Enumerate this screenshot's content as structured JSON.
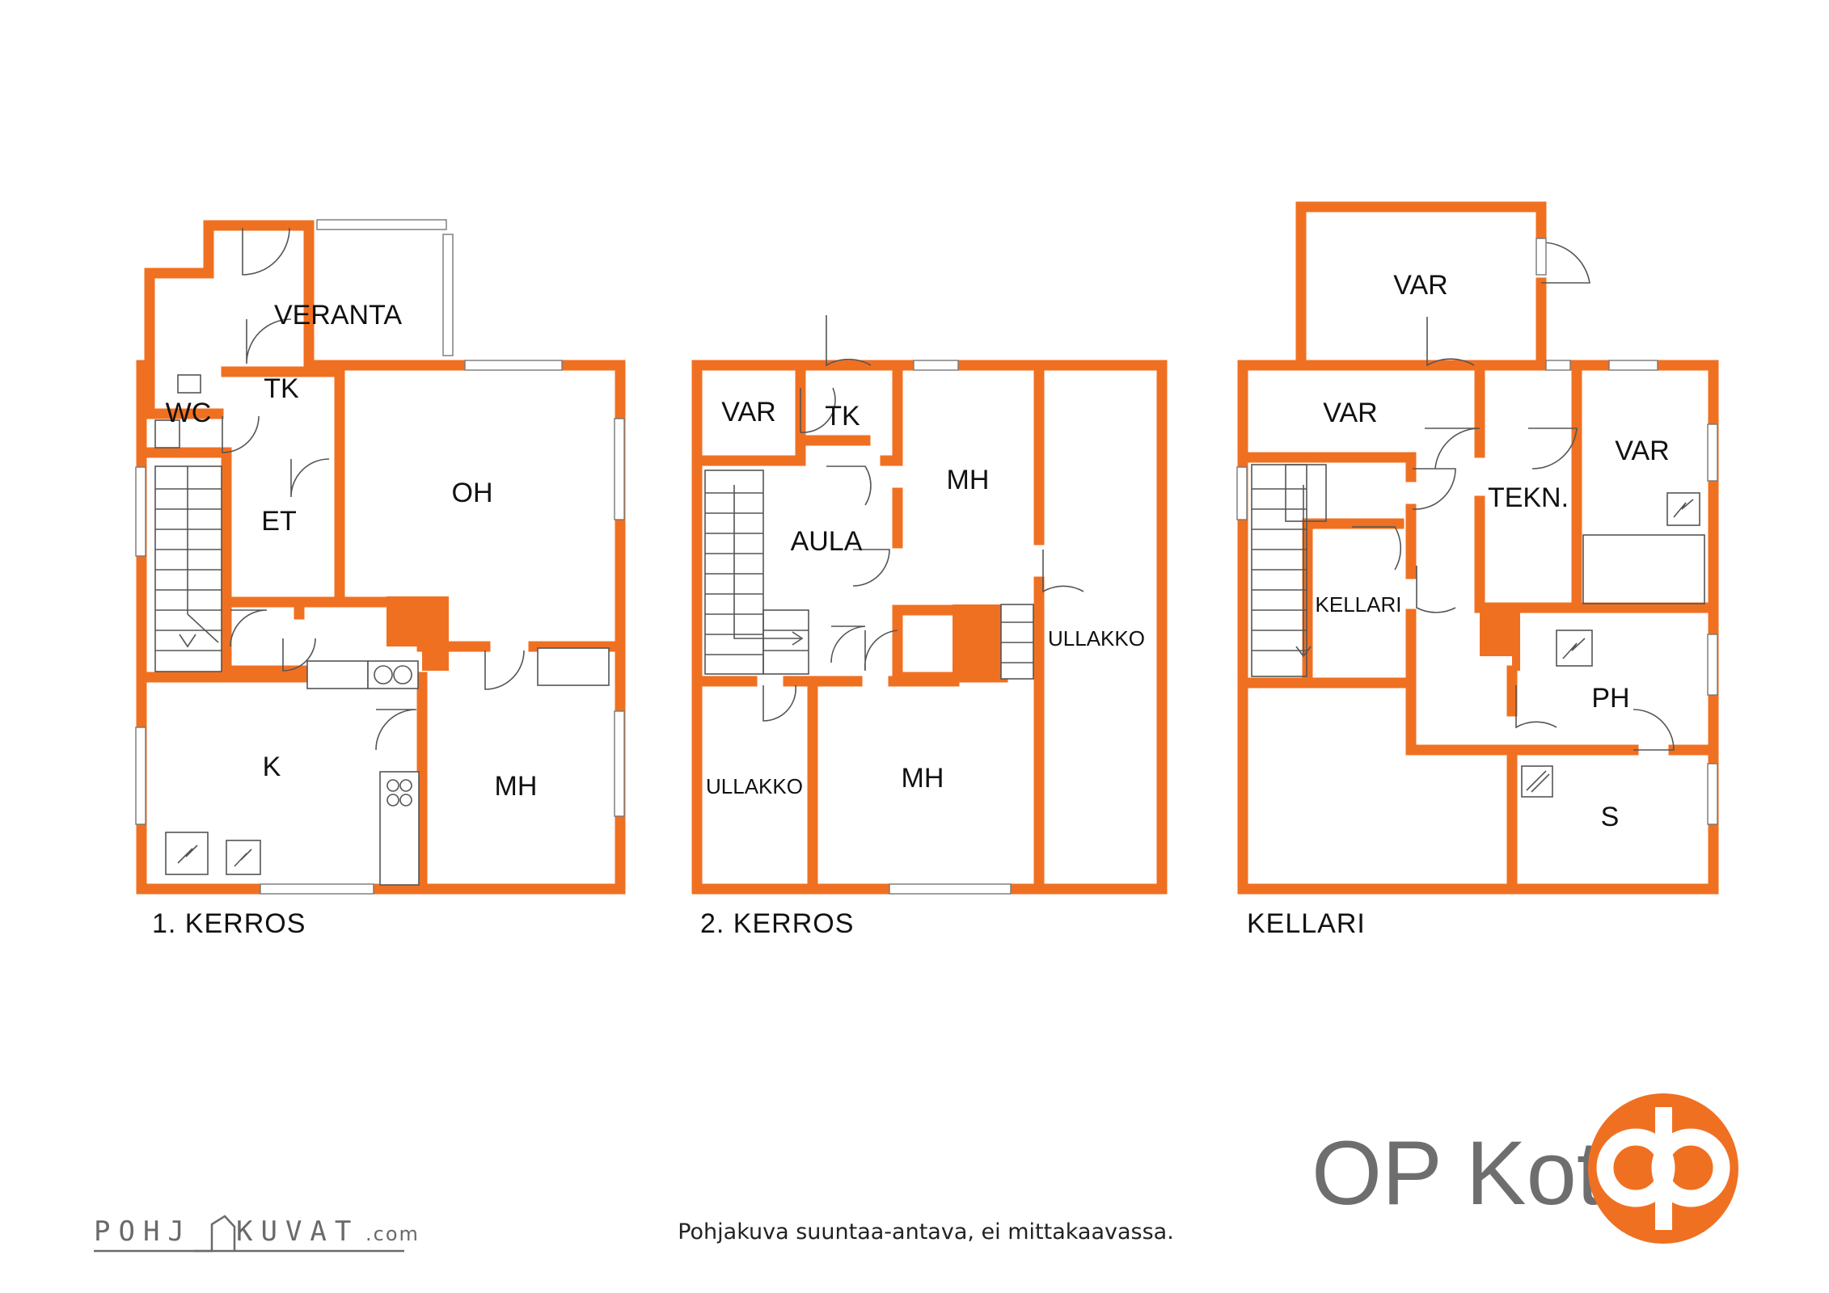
{
  "floors": [
    {
      "label": "1. KERROS",
      "rooms": [
        "VERANTA",
        "TK",
        "WC",
        "ET",
        "OH",
        "K",
        "MH"
      ]
    },
    {
      "label": "2. KERROS",
      "rooms": [
        "VAR",
        "TK",
        "MH",
        "AULA",
        "ULLAKKO",
        "ULLAKKO",
        "MH"
      ]
    },
    {
      "label": "KELLARI",
      "rooms": [
        "VAR",
        "VAR",
        "TEKN.",
        "VAR",
        "KELLARI",
        "PH",
        "S"
      ]
    }
  ],
  "disclaimer": "Pohjakuva suuntaa-antava, ei mittakaavassa.",
  "brand": {
    "name": "OP Koti",
    "color": "#f07022",
    "text_color": "#6e6e6e"
  },
  "credit": {
    "left": "POHJ",
    "right": "KUVAT",
    "tld": ".com"
  },
  "colors": {
    "wall": "#f07022",
    "line": "#555555"
  }
}
